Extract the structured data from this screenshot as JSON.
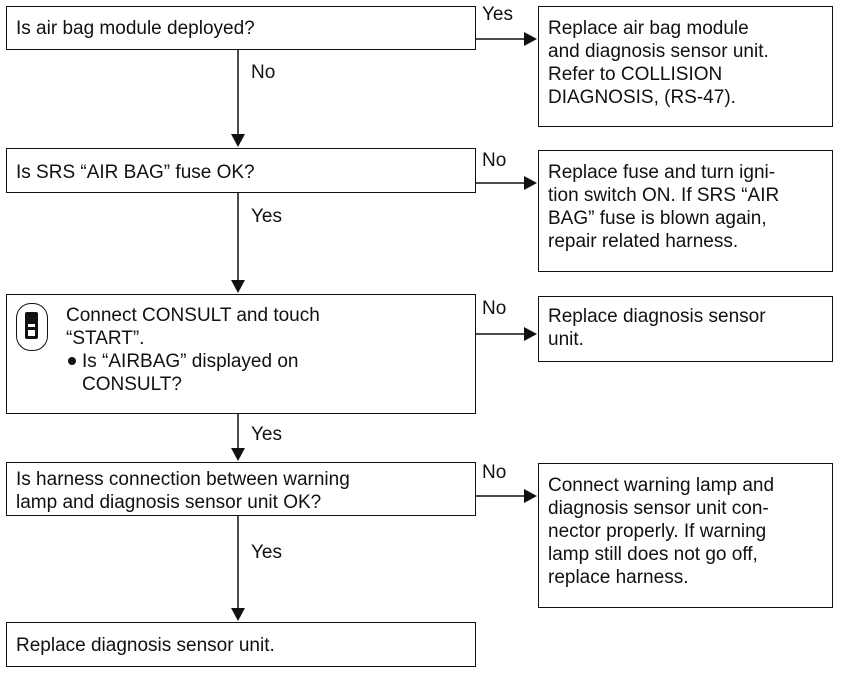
{
  "decisions": [
    {
      "question": "Is air bag module deployed?"
    },
    {
      "question": "Is SRS “AIR BAG” fuse OK?"
    },
    {
      "lines": [
        "Connect CONSULT and touch",
        "“START”."
      ],
      "bullet": [
        "Is “AIRBAG” displayed on",
        "CONSULT?"
      ],
      "icon": "consult-tester-icon"
    },
    {
      "lines": [
        "Is harness connection between warning",
        "lamp and diagnosis sensor unit OK?"
      ]
    }
  ],
  "final": "Replace diagnosis sensor unit.",
  "actions": [
    {
      "lines": [
        "Replace air bag module",
        "and diagnosis sensor unit.",
        "Refer to COLLISION",
        "DIAGNOSIS, (RS-47)."
      ]
    },
    {
      "lines": [
        "Replace fuse and turn igni-",
        "tion switch ON. If SRS “AIR",
        "BAG” fuse is blown again,",
        "repair related harness."
      ]
    },
    {
      "lines": [
        "Replace diagnosis sensor",
        "unit."
      ]
    },
    {
      "lines": [
        "Connect warning lamp and",
        "diagnosis sensor unit con-",
        "nector properly. If warning",
        "lamp still does not go off,",
        "replace harness."
      ]
    }
  ],
  "labels": {
    "d1_side": "Yes",
    "d1_down": "No",
    "d2_side": "No",
    "d2_down": "Yes",
    "d3_side": "No",
    "d3_down": "Yes",
    "d4_side": "No",
    "d4_down": "Yes"
  }
}
